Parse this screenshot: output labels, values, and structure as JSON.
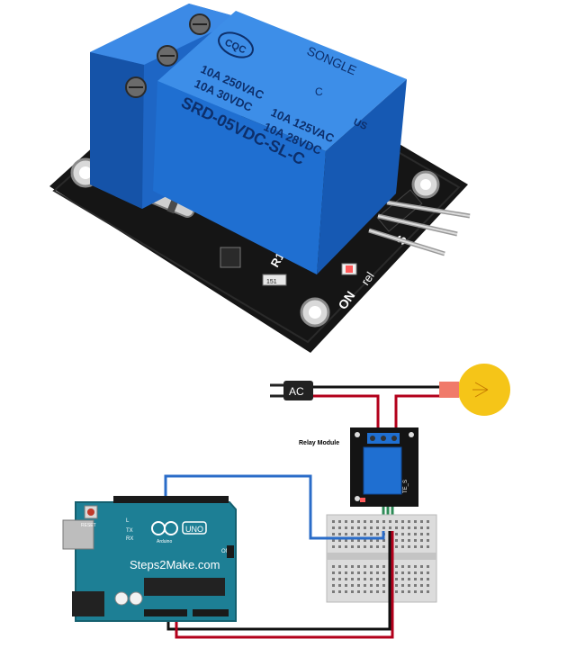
{
  "relay_photo": {
    "brand_logo": "CQC",
    "brand": "SONGLE",
    "rating_left_1": "10A 250VAC",
    "rating_left_2": "10A 30VDC",
    "rating_right_1": "10A 125VAC",
    "rating_right_2": "10A 28VDC",
    "model": "SRD-05VDC-SL-C",
    "cert_c": "C",
    "cert_us": "US",
    "pin_s": "S",
    "pin_r1": "R1",
    "led_label": "ON",
    "part_marker": "rel",
    "transistor_label": "151"
  },
  "circuit": {
    "ac_label": "AC",
    "relay_module_label": "Relay Module",
    "relay_module_text": "TE_S",
    "arduino_brand": "Steps2Make.com",
    "arduino_logo": "UNO",
    "arduino_sub": "Arduino",
    "reset_label": "RESET",
    "tx_label": "TX",
    "rx_label": "RX",
    "l_label": "L",
    "on_label": "ON"
  },
  "colors": {
    "relay_blue": "#1f6fd1",
    "pcb": "#141414",
    "arduino_teal": "#1d7f95",
    "wire_red": "#b3001b",
    "wire_black": "#111111",
    "wire_blue": "#2a6cc8",
    "bulb": "#f5c518"
  }
}
